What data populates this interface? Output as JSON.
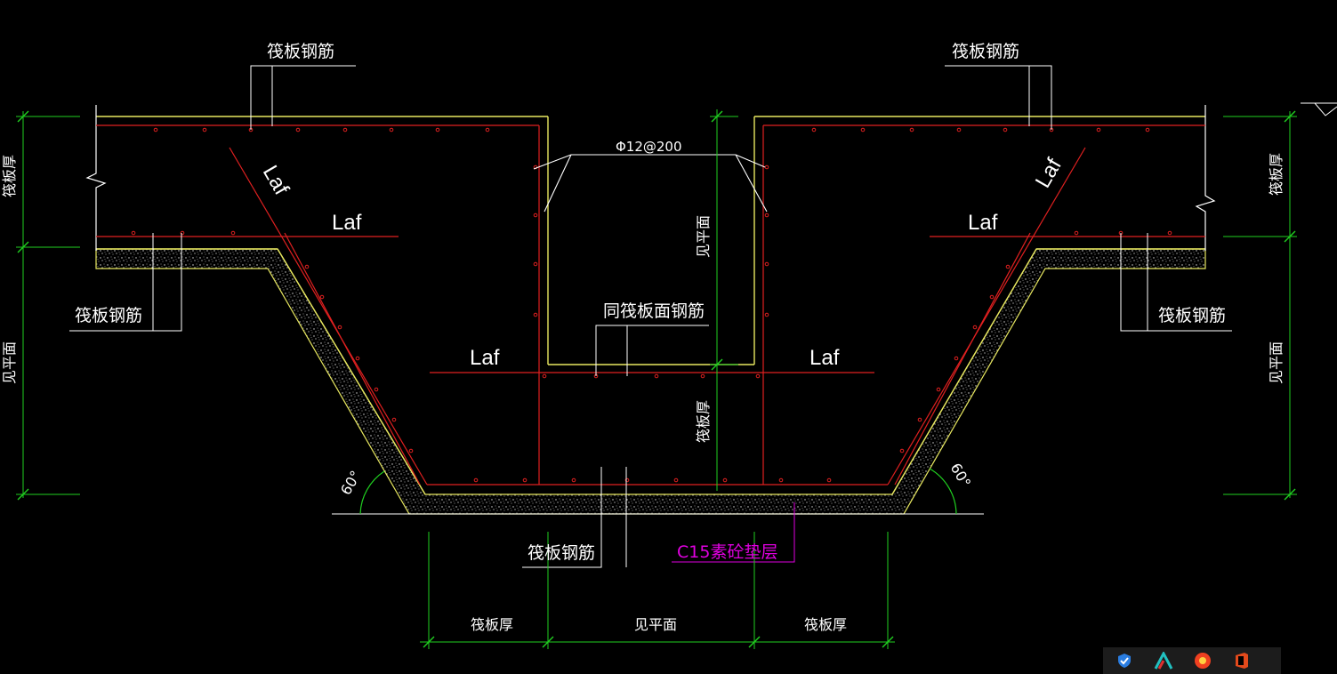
{
  "colors": {
    "background": "#000000",
    "outline_yellow": "#e8e860",
    "rebar_red": "#e02020",
    "dimension_green": "#20d020",
    "text_white": "#ffffff",
    "annotation_magenta": "#e000e0"
  },
  "labels": {
    "raft_rebar_top_left": "筏板钢筋",
    "raft_rebar_top_right": "筏板钢筋",
    "raft_rebar_mid_left": "筏板钢筋",
    "raft_rebar_mid_right": "筏板钢筋",
    "raft_rebar_bottom": "筏板钢筋",
    "same_as_raft_top": "同筏板面钢筋",
    "stirrup_spec": "Φ12@200",
    "laf": "Laf",
    "concrete_cushion": "C15素砼垫层",
    "angle_left": "60°",
    "angle_right": "60°"
  },
  "dimensions": {
    "left_top": "筏板厚",
    "left_bottom": "见平面",
    "right_top": "筏板厚",
    "right_bottom": "见平面",
    "center_upper": "见平面",
    "center_lower": "筏板厚",
    "bottom_left": "筏板厚",
    "bottom_center": "见平面",
    "bottom_right": "筏板厚"
  },
  "taskbar": {
    "icons": [
      "shield-icon",
      "autodesk-icon",
      "app-orange-icon",
      "office-icon"
    ]
  }
}
